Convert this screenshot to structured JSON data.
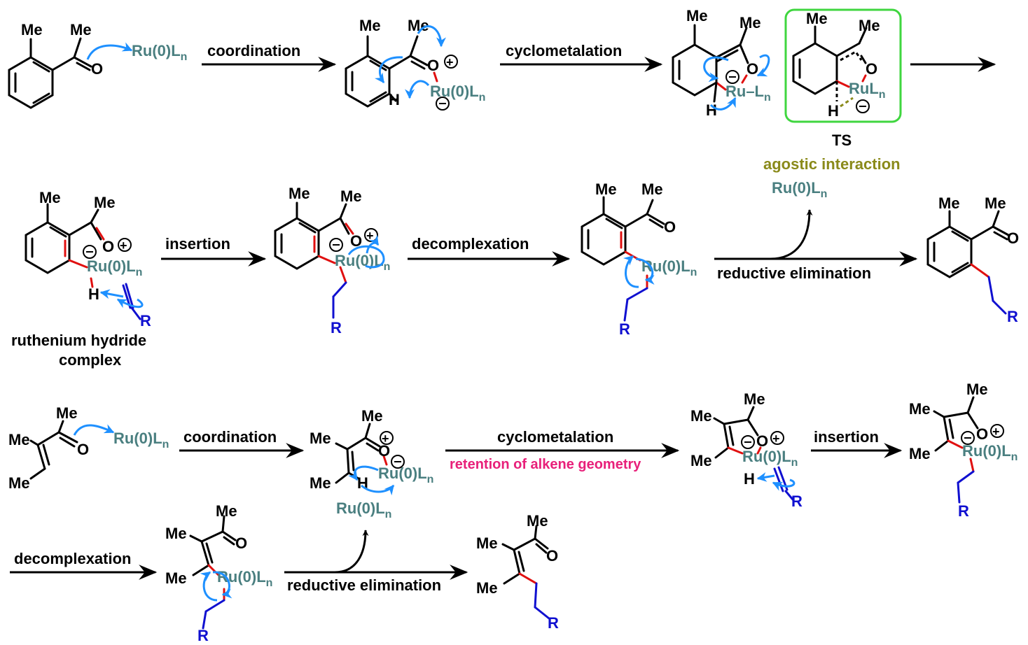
{
  "steps": {
    "row1": {
      "coordination": "coordination",
      "cyclometalation": "cyclometalation"
    },
    "row2": {
      "insertion": "insertion",
      "decomplexation": "decomplexation",
      "reductive_elimination": "reductive elimination",
      "released": "Ru(0)L"
    },
    "row3": {
      "coordination": "coordination",
      "cyclometalation": "cyclometalation",
      "retention": "retention of alkene geometry",
      "insertion": "insertion"
    },
    "row4": {
      "decomplexation": "decomplexation",
      "reductive_elimination": "reductive elimination",
      "released": "Ru(0)L"
    }
  },
  "labels": {
    "ts": "TS",
    "agostic": "agostic interaction",
    "hydride_line1": "ruthenium hydride",
    "hydride_line2": "complex"
  },
  "atoms": {
    "me": "Me",
    "o": "O",
    "h": "H",
    "r": "R",
    "ru0": "Ru(0)L",
    "ru_l": "Ru–L",
    "rul": "RuL",
    "n": "n",
    "plus": "+",
    "minus": "−"
  },
  "colors": {
    "ruthenium": "#4a7f80",
    "new_bond": "#e01010",
    "alkyl_chain": "#1010d0",
    "curly_arrow": "#1e90ff",
    "agostic": "#8a8a1a",
    "retention": "#e8207a",
    "ts_box": "#3fd63f"
  }
}
